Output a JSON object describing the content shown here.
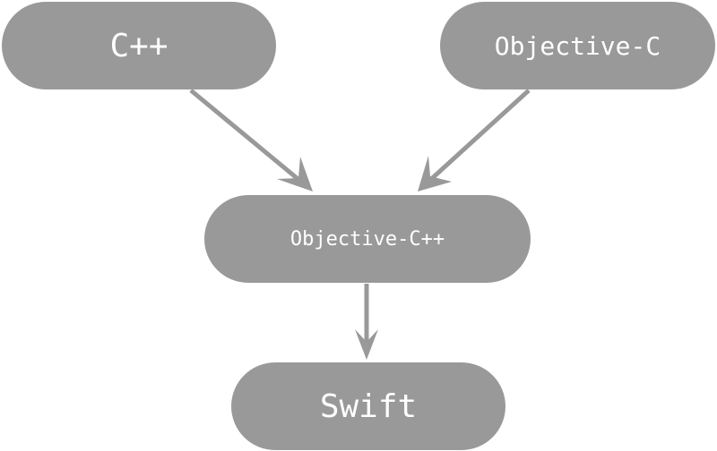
{
  "diagram": {
    "nodes": [
      {
        "id": "cpp",
        "label": "C++"
      },
      {
        "id": "objc",
        "label": "Objective-C"
      },
      {
        "id": "objcpp",
        "label": "Objective-C++"
      },
      {
        "id": "swift",
        "label": "Swift"
      }
    ],
    "edges": [
      {
        "from": "cpp",
        "to": "objcpp"
      },
      {
        "from": "objc",
        "to": "objcpp"
      },
      {
        "from": "objcpp",
        "to": "swift"
      }
    ],
    "colors": {
      "node_fill": "#999999",
      "node_text": "#ffffff",
      "arrow": "#999999",
      "background": "#ffffff"
    }
  }
}
